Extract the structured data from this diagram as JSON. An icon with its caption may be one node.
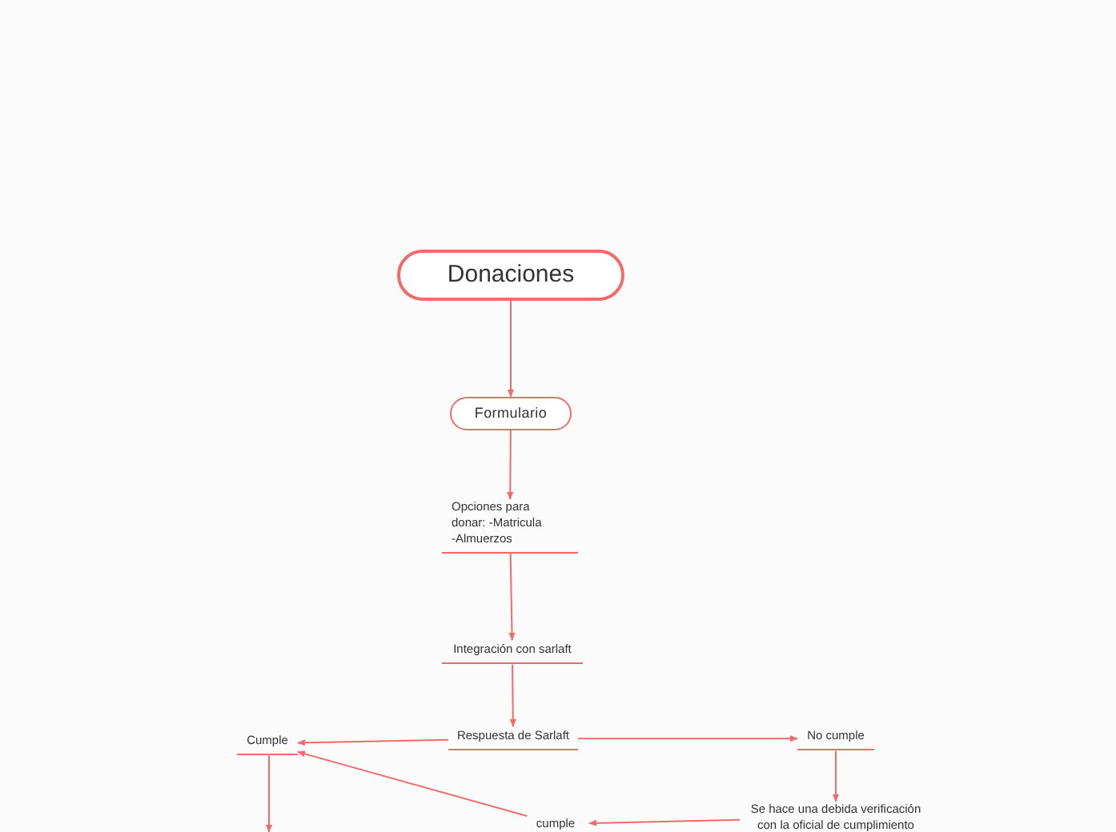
{
  "diagram": {
    "nodes": [
      {
        "text": [
          "Donaciones"
        ]
      },
      {
        "text": [
          "Formulario"
        ]
      },
      {
        "text": [
          "Opciones para donar: -Matricula -Almuerzos"
        ]
      },
      {
        "text": [
          "Integración con sarlaft"
        ]
      },
      {
        "text": [
          "Respuesta de Sarlaft"
        ]
      },
      {
        "text": [
          "Cumple"
        ]
      },
      {
        "text": [
          "No cumple"
        ]
      },
      {
        "text": [
          "Se hace una debida verificación con la oficial de cumplimiento"
        ]
      },
      {
        "text": [
          "cumple"
        ]
      }
    ],
    "edges": [
      {
        "from": 0,
        "to": 1,
        "arrow": "to"
      },
      {
        "from": 1,
        "to": 2,
        "arrow": "to"
      },
      {
        "from": 2,
        "to": 3,
        "arrow": "to"
      },
      {
        "from": 3,
        "to": 4,
        "arrow": "to"
      },
      {
        "from": 4,
        "to": 5,
        "arrow": "to"
      },
      {
        "from": 4,
        "to": 6,
        "arrow": "to"
      },
      {
        "from": 6,
        "to": 7,
        "arrow": "to"
      },
      {
        "from": 7,
        "to": 8,
        "arrow": "to"
      },
      {
        "from": 8,
        "to": 5,
        "arrow": "to"
      },
      {
        "from": 5,
        "to": null,
        "arrow": "to"
      }
    ]
  }
}
